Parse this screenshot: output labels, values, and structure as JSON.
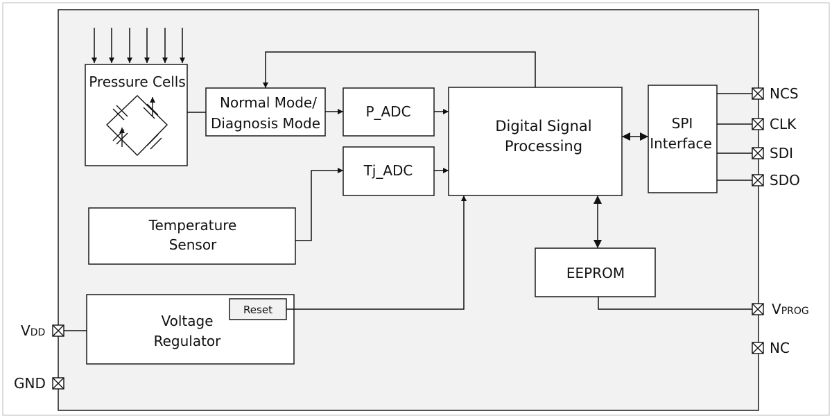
{
  "blocks": {
    "pressure_cells": "Pressure Cells",
    "mode_line1": "Normal Mode/",
    "mode_line2": "Diagnosis Mode",
    "p_adc": "P_ADC",
    "tj_adc": "Tj_ADC",
    "dsp_line1": "Digital Signal",
    "dsp_line2": "Processing",
    "spi_line1": "SPI",
    "spi_line2": "Interface",
    "temp_line1": "Temperature",
    "temp_line2": "Sensor",
    "eeprom": "EEPROM",
    "reg_line1": "Voltage",
    "reg_line2": "Regulator",
    "reset": "Reset"
  },
  "pins": {
    "ncs": "NCS",
    "clk": "CLK",
    "sdi": "SDI",
    "sdo": "SDO",
    "vprog_main": "V",
    "vprog_sub": "PROG",
    "nc": "NC",
    "vdd_main": "V",
    "vdd_sub": "DD",
    "gnd": "GND"
  },
  "colors": {
    "chip_fill": "#f2f2f2",
    "block_fill": "#ffffff",
    "stroke": "#1a1a1a"
  }
}
